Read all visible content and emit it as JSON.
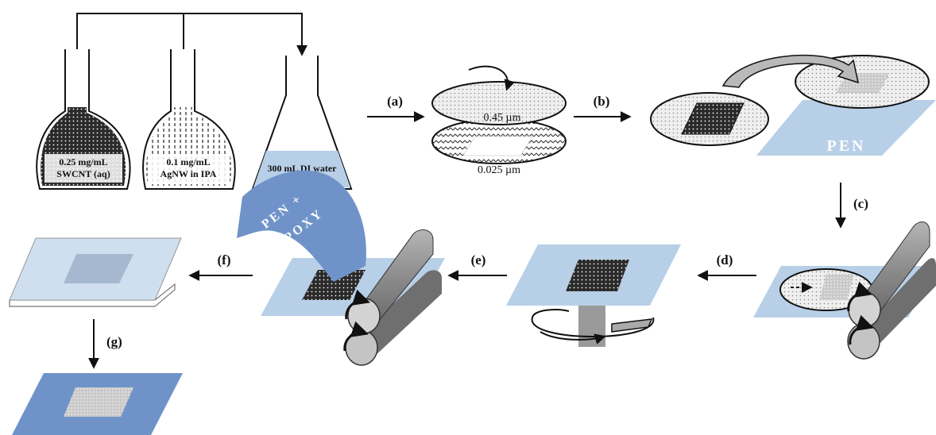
{
  "flasks": {
    "swcnt_conc": "0.25 mg/mL",
    "swcnt_name": "SWCNT (aq)",
    "agnw_conc": "0.1 mg/mL",
    "agnw_name": "AgNW in IPA",
    "water": "300 mL DI water"
  },
  "filters": {
    "top_pore": "0.45 µm",
    "bottom_pore": "0.025 µm"
  },
  "substrate": {
    "pen": "PEN",
    "pen_epoxy_line1": "PEN +",
    "pen_epoxy_line2": "EPOXY"
  },
  "steps": {
    "a": "(a)",
    "b": "(b)",
    "c": "(c)",
    "d": "(d)",
    "e": "(e)",
    "f": "(f)",
    "g": "(g)"
  },
  "colors": {
    "pen_blue": "#b8cfe8",
    "pen_dark_blue": "#6f93c9",
    "roller_gray": "#8f8f8f",
    "film_black": "#1a1a1a"
  }
}
